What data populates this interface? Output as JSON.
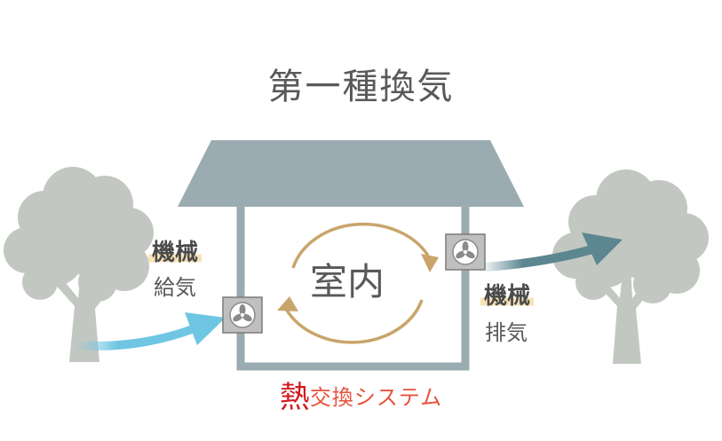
{
  "title": "第一種換気",
  "room_label": "室内",
  "supply": {
    "highlight": "機械",
    "label": "給気"
  },
  "exhaust": {
    "highlight": "機械",
    "label": "排気"
  },
  "heat_exchange": {
    "main": "熱",
    "rest": "交換システム"
  },
  "colors": {
    "tree": "#c3c7c2",
    "house": "#9aabb1",
    "circulation_arrow": "#c9a46b",
    "supply_arrow": "#6ec6e3",
    "exhaust_arrow": "#5c8790",
    "highlight": "#f7e3b6",
    "heat_accent": "#d1191f",
    "heat_text": "#e8523c"
  },
  "icons": [
    "tree-icon",
    "fan-icon"
  ]
}
